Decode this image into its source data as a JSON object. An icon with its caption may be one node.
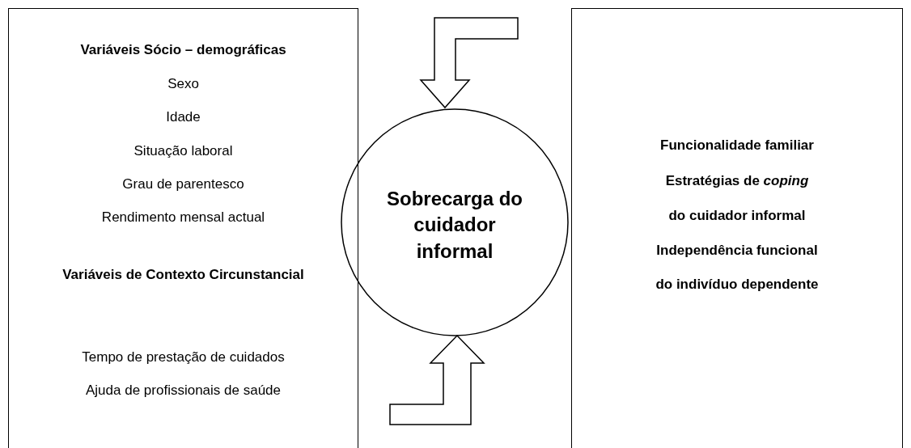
{
  "diagram": {
    "nodes": [
      {
        "text": [
          "Variáveis Sócio – demográficas",
          "Sexo",
          "Idade",
          "Situação laboral",
          "Grau de parentesco",
          "Rendimento mensal actual",
          "Variáveis de Contexto Circunstancial",
          "Tempo de prestação de cuidados",
          "Ajuda de profissionais de saúde"
        ]
      },
      {
        "text": [
          "Sobrecarga do cuidador informal"
        ]
      },
      {
        "text": [
          "Funcionalidade familiar",
          "Estratégias de *coping*",
          "do cuidador informal",
          "Independência funcional",
          "do indivíduo dependente"
        ]
      }
    ],
    "edges": [
      {
        "from": null,
        "to": 1,
        "arrow": "to"
      },
      {
        "from": null,
        "to": 1,
        "arrow": "to"
      }
    ]
  }
}
